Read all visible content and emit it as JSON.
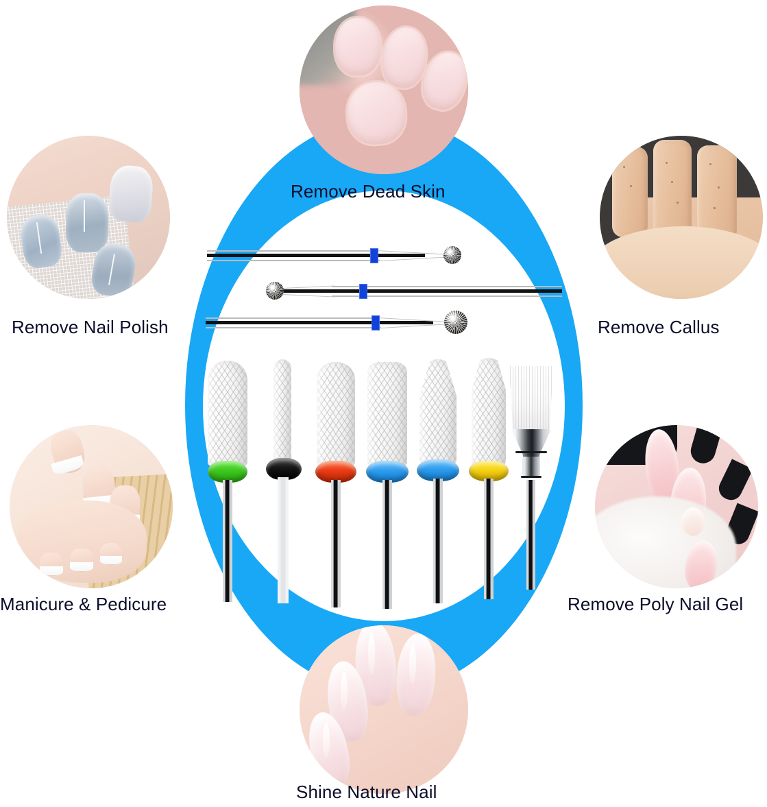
{
  "infographic": {
    "title": "Nail Drill Bits Usage Infographic",
    "accent_color": "#18A8F5",
    "text_color": "#0b0d2b",
    "background_color": "#ffffff"
  },
  "features": [
    {
      "id": "remove-dead-skin",
      "label": "Remove Dead Skin",
      "position": "top",
      "photo": "close-up of fingernails with dead cuticle skin"
    },
    {
      "id": "remove-nail-polish",
      "label": "Remove Nail Polish",
      "position": "top-left",
      "photo": "hand with blue-grey gradient painted nails on lace"
    },
    {
      "id": "remove-callus",
      "label": "Remove Callus",
      "position": "top-right",
      "photo": "hand with calloused knuckles and palm"
    },
    {
      "id": "manicure-pedicure",
      "label": "Manicure & Pedicure",
      "position": "bottom-left",
      "photo": "hand and foot with french manicure on bamboo mat"
    },
    {
      "id": "remove-poly-gel",
      "label": "Remove Poly Nail Gel",
      "position": "bottom-right",
      "photo": "pink poly gel almond nails on white fur"
    },
    {
      "id": "shine-nature-nail",
      "label": "Shine Nature Nail",
      "position": "bottom",
      "photo": "glossy shiny natural almond nails"
    }
  ],
  "product": {
    "diamond_burrs": [
      {
        "index": 1,
        "name": "diamond ball burr",
        "band_color": "#1143dc",
        "tip": "right",
        "row": "top"
      },
      {
        "index": 2,
        "name": "diamond ball burr",
        "band_color": "#1143dc",
        "tip": "left",
        "row": "middle"
      },
      {
        "index": 3,
        "name": "diamond ball burr",
        "band_color": "#1143dc",
        "tip": "right",
        "row": "bottom"
      }
    ],
    "ceramic_bits": [
      {
        "index": 1,
        "name": "rounded barrel bit",
        "grit_ring_color": "#3dc81e",
        "grit_label": "green"
      },
      {
        "index": 2,
        "name": "flame / needle bit",
        "grit_ring_color": "#151515",
        "grit_label": "black"
      },
      {
        "index": 3,
        "name": "small barrel bit",
        "grit_ring_color": "#ea3b15",
        "grit_label": "red"
      },
      {
        "index": 4,
        "name": "straight barrel bit",
        "grit_ring_color": "#2d9cf0",
        "grit_label": "blue"
      },
      {
        "index": 5,
        "name": "tapered cone bit",
        "grit_ring_color": "#2d9cf0",
        "grit_label": "blue"
      },
      {
        "index": 6,
        "name": "large tapered cone bit",
        "grit_ring_color": "#f5d313",
        "grit_label": "yellow"
      },
      {
        "index": 7,
        "name": "nail dust cleaning brush",
        "grit_ring_color": "#c9cdd1",
        "grit_label": "chrome"
      }
    ]
  }
}
